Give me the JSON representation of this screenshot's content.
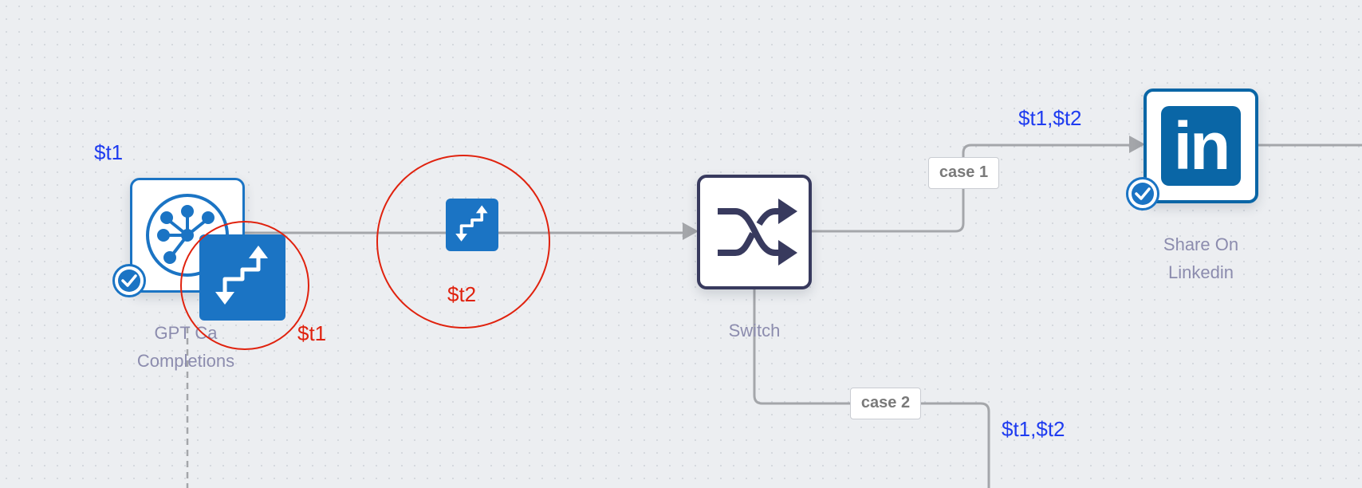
{
  "colors": {
    "canvas_bg": "#eceef1",
    "edge": "#a4a6aa",
    "accent_blue": "#1b74c4",
    "variable_blue": "#1f3cf0",
    "variable_red": "#e0220e",
    "label": "#8c8cae",
    "switch_dark": "#383a5e",
    "linkedin_blue": "#0a66a6"
  },
  "nodes": {
    "gpt": {
      "label": "GPT Ca\nCompletions",
      "icon": "openai-network-icon",
      "input_var": "$t1"
    },
    "switch": {
      "label": "Switch",
      "icon": "shuffle-icon"
    },
    "linkedin": {
      "label": "Share On\nLinkedin",
      "icon": "linkedin-icon",
      "logo_text": "in",
      "input_var": "$t1,$t2"
    }
  },
  "transform_steps": {
    "first": {
      "icon": "route-arrows-icon",
      "output_var": "$t1"
    },
    "second": {
      "icon": "route-arrows-icon",
      "output_var": "$t2"
    }
  },
  "edges": {
    "case1": {
      "label": "case 1"
    },
    "case2": {
      "label": "case 2",
      "output_var": "$t1,$t2"
    }
  }
}
